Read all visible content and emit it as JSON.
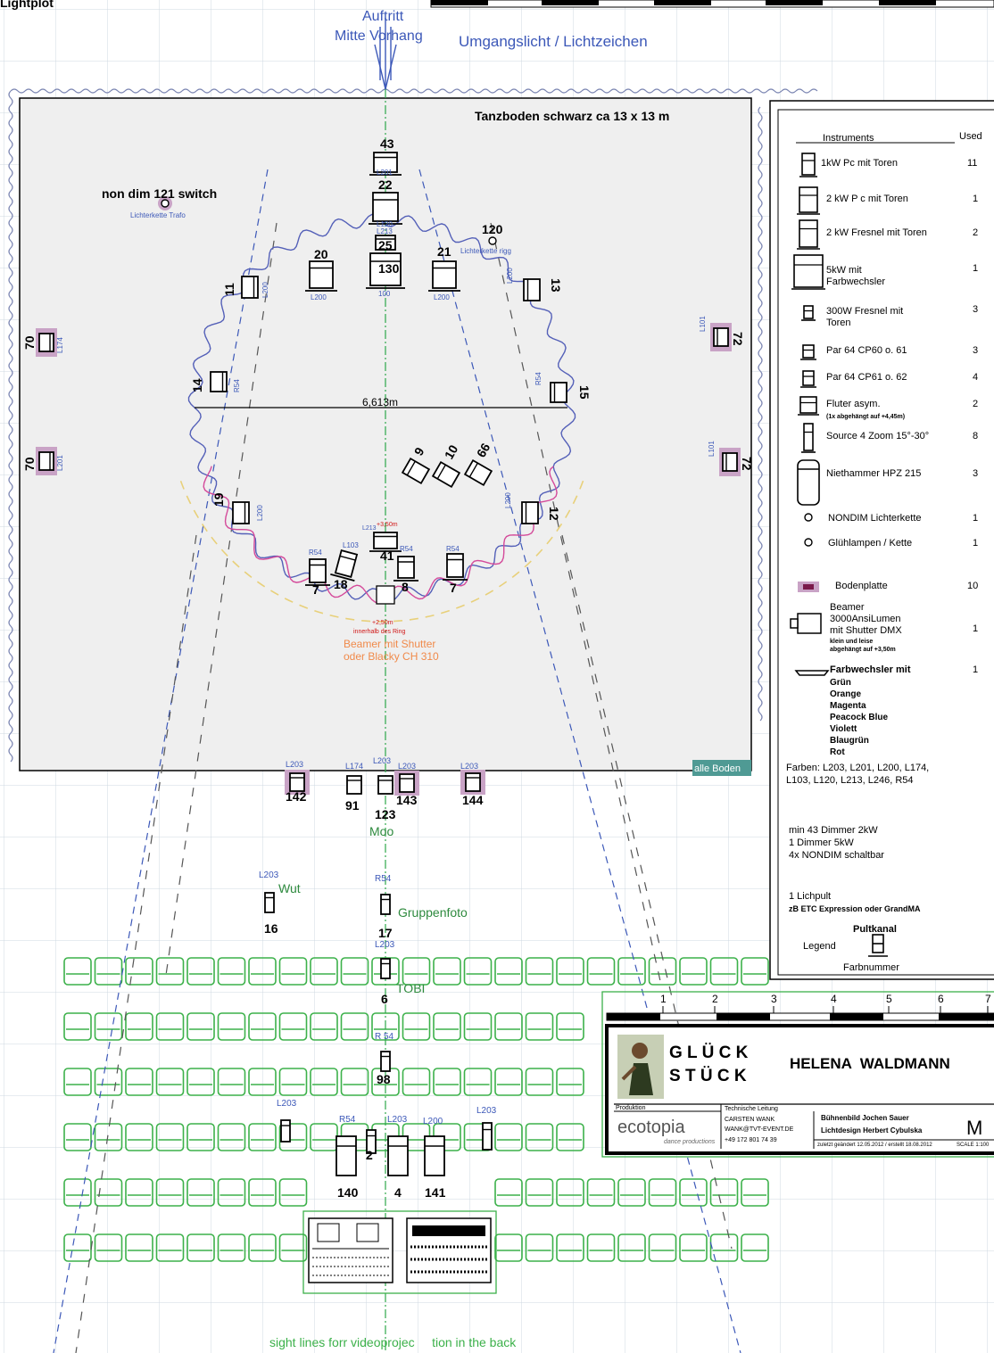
{
  "top": {
    "corner_label": "Lightplot",
    "entrance_line1": "Auftritt",
    "entrance_line2": "Mitte Vorhang",
    "ambient_label": "Umgangslicht / Lichtzeichen"
  },
  "stage": {
    "floor_label": "Tanzboden schwarz ca  13 x 13 m",
    "non_dim_label": "non dim 121 switch",
    "non_dim_sub": "Lichterkette Trafo",
    "ring_label": "Lichterkette rigg",
    "diameter_label": "6,613m",
    "beamer_note_1": "+2,50m",
    "beamer_note_2": "innerhalb des Ring",
    "beamer_label_1": "Beamer mit Shutter",
    "beamer_label_2": "oder Blacky CH 310",
    "boden_label": "alle Boden",
    "l213_label": "L213",
    "l213_note": "+3,50m",
    "fixtures": [
      {
        "num": "43",
        "filter": "L201"
      },
      {
        "num": "22",
        "filter": "L120"
      },
      {
        "num": "25",
        "filter": "L213"
      },
      {
        "num": "130",
        "filter": "100"
      },
      {
        "num": "20",
        "filter": "L200"
      },
      {
        "num": "21",
        "filter": "L200"
      },
      {
        "num": "120",
        "filter": ""
      },
      {
        "num": "11",
        "filter": "L200"
      },
      {
        "num": "13",
        "filter": "L200"
      },
      {
        "num": "14",
        "filter": "R54"
      },
      {
        "num": "15",
        "filter": "R54"
      },
      {
        "num": "19",
        "filter": "L200"
      },
      {
        "num": "12",
        "filter": "L200"
      },
      {
        "num": "7",
        "filter": "R54"
      },
      {
        "num": "18",
        "filter": "L103"
      },
      {
        "num": "41",
        "filter": "L213"
      },
      {
        "num": "8",
        "filter": "R54"
      },
      {
        "num": "7",
        "filter": "R54"
      },
      {
        "num": "70",
        "filter": "L174"
      },
      {
        "num": "70",
        "filter": "L201"
      },
      {
        "num": "72",
        "filter": "L101"
      },
      {
        "num": "72",
        "filter": "L101"
      },
      {
        "num": "9",
        "filter": ""
      },
      {
        "num": "10",
        "filter": ""
      },
      {
        "num": "66",
        "filter": ""
      }
    ]
  },
  "front": {
    "fixtures": [
      {
        "num": "142",
        "filter": "L203"
      },
      {
        "num": "91",
        "filter": "L174"
      },
      {
        "num": "123",
        "filter": "L203"
      },
      {
        "num": "143",
        "filter": "L203"
      },
      {
        "num": "144",
        "filter": "L203"
      }
    ],
    "moo_label": "Moo",
    "wut_filter": "L203",
    "wut_label": "Wut",
    "wut_num": "16",
    "gruppe_filter": "R54",
    "gruppe_label": "Gruppenfoto",
    "gruppe_num": "17",
    "tobi_filter": "L203",
    "tobi_label": "TOBI",
    "tobi_num": "6",
    "r54_label": "R 54",
    "num_98": "98",
    "row_fixtures": [
      {
        "num": "",
        "filter": "L203"
      },
      {
        "num": "140",
        "filter": "R54"
      },
      {
        "num": "2",
        "filter": "L203"
      },
      {
        "num": "4",
        "filter": "L203"
      },
      {
        "num": "141",
        "filter": "L200"
      },
      {
        "num": "",
        "filter": "L203"
      }
    ],
    "sightline_label": "sight lines forr videoprojec     tion in the back"
  },
  "legend": {
    "header_instruments": "Instruments",
    "header_used": "Used",
    "items": [
      {
        "name": "1kW Pc mit Toren",
        "used": "11"
      },
      {
        "name": "2 kW P  c mit Toren",
        "used": "1"
      },
      {
        "name": "2 kW Fresnel mit Toren",
        "used": "2"
      },
      {
        "name": "5kW mit",
        "name2": "Farbwechsler",
        "used": "1"
      },
      {
        "name": "300W Fresnel mit",
        "name2": "Toren",
        "used": "3"
      },
      {
        "name": "Par 64 CP60 o. 61",
        "used": "3"
      },
      {
        "name": "Par 64 CP61 o. 62",
        "used": "4"
      },
      {
        "name": "Fluter  asym.",
        "name2": "(1x abgehängt auf +4,45m)",
        "used": "2"
      },
      {
        "name": "Source 4 Zoom 15°-30°",
        "used": "8"
      },
      {
        "name": "Niethammer HPZ 215",
        "used": "3"
      },
      {
        "name": "NONDIM Lichterkette",
        "used": "1"
      },
      {
        "name": "Glühlampen / Kette",
        "used": "1"
      },
      {
        "name": "Bodenplatte",
        "used": "10"
      },
      {
        "name": "Beamer",
        "name2": "3000AnsiLumen",
        "name3": "mit Shutter DMX",
        "name4": "klein und leise",
        "name5": "abgehängt auf +3,50m",
        "used": "1"
      },
      {
        "name": "Farbwechsler mit",
        "used": "1"
      }
    ],
    "scroller_colors": [
      "Grün",
      "Orange",
      "Magenta",
      "Peacock Blue",
      "Violett",
      "Blaugrün",
      "Rot"
    ],
    "colors_line1": "Farben:  L203, L201, L200, L174,",
    "colors_line2": "L103, L120, L213, L246, R54",
    "dimmer_1": "min 43  Dimmer 2kW",
    "dimmer_2": "1 Dimmer 5kW",
    "dimmer_3": "4x NONDIM schaltbar",
    "desk_1": "1 Lichpult",
    "desk_2": "zB ETC Expression oder GrandMA",
    "pult_label": "Pultkanal",
    "legend_word": "Legend",
    "farbnummer": "Farbnummer"
  },
  "titleblock": {
    "scale_numbers": [
      "1",
      "2",
      "3",
      "4",
      "5",
      "6",
      "7"
    ],
    "title_line1": "G L Ü C K",
    "title_line2": "S T Ü C K",
    "artist": "HELENA  WALDMANN",
    "prod_label": "Produktion",
    "company": "ecotopia",
    "company_sub": "dance productions",
    "tech_label": "Technische Leitung",
    "tech_name": "CARSTEN WANK",
    "tech_mail": "WANK@TVT-EVENT.DE",
    "tech_phone": "+49 172 801 74 39",
    "stage_design": "Bühnenbild Jochen Sauer",
    "light_design": "Lichtdesign Herbert Cybulska",
    "date_line": "zuletzt geändert 12.05.2012 / erstellt  18.08.2012",
    "scale_letter": "M",
    "scale_sub": "SCALE 1:100"
  }
}
